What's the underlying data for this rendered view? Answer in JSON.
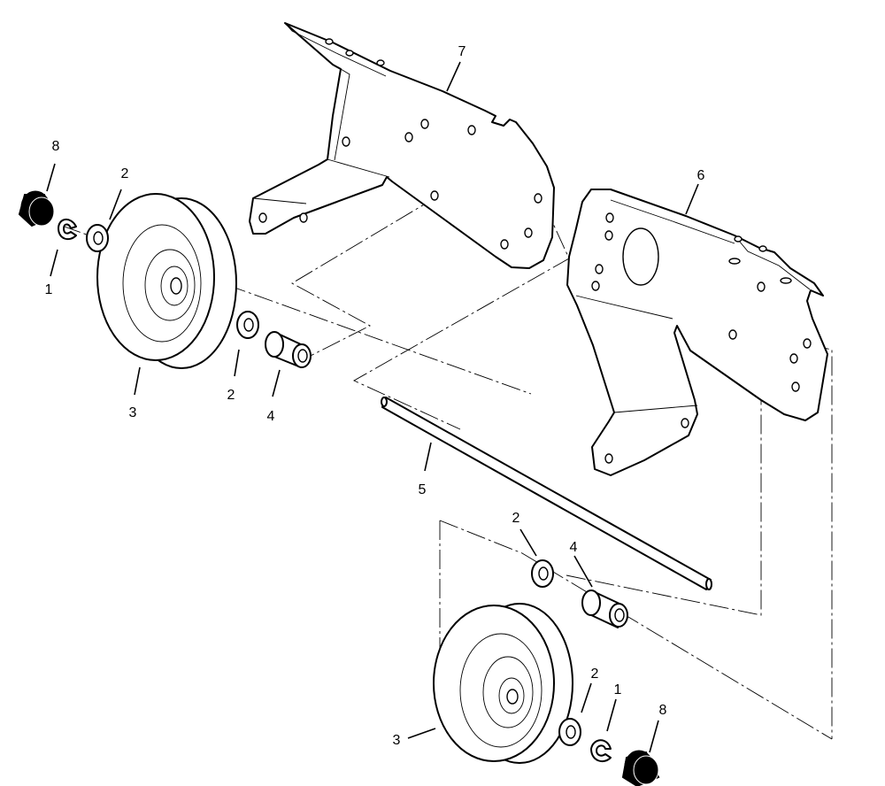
{
  "diagram": {
    "callouts": {
      "c1_top": "1",
      "c1_bottom": "1",
      "c2_a": "2",
      "c2_b": "2",
      "c2_c": "2",
      "c2_d": "2",
      "c3_top": "3",
      "c3_bottom": "3",
      "c4_top": "4",
      "c4_bottom": "4",
      "c5": "5",
      "c6": "6",
      "c7": "7",
      "c8_top": "8",
      "c8_bottom": "8"
    },
    "colors": {
      "line": "#000000",
      "background": "#ffffff",
      "cap": "#000000"
    }
  }
}
